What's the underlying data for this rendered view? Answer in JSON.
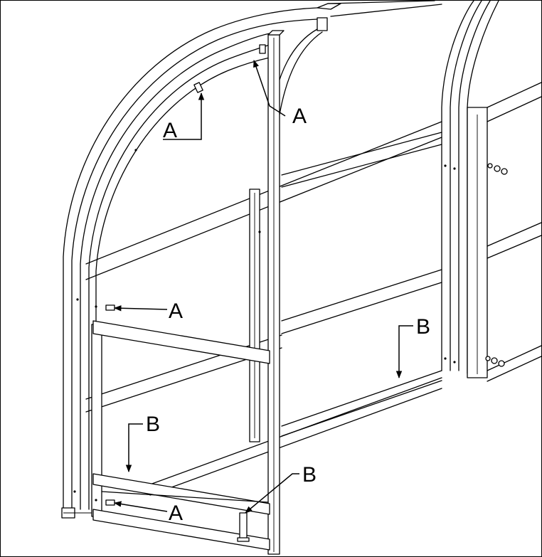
{
  "callouts": {
    "a_arch": "A",
    "a_top": "A",
    "a_mid": "A",
    "a_bottom": "A",
    "b_left": "B",
    "b_right": "B",
    "b_bottom": "B"
  }
}
